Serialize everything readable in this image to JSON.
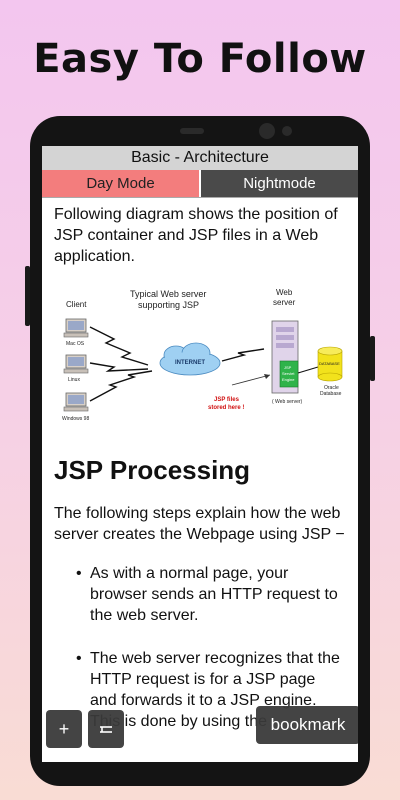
{
  "promo": {
    "title": "Easy To Follow"
  },
  "app": {
    "title": "Basic - Architecture",
    "tabs": {
      "day": "Day Mode",
      "night": "Nightmode"
    },
    "colors": {
      "day_tab": "#f37d7d",
      "night_tab": "#4a4a4a",
      "appbar": "#d4d4d4"
    }
  },
  "content": {
    "intro": "Following diagram shows the position of JSP container and JSP files in a Web application.",
    "diagram": {
      "client": "Client",
      "title_line1": "Typical Web server",
      "title_line2": "supporting JSP",
      "web_line1": "Web",
      "web_line2": "server",
      "mac": "Mac OS",
      "linux": "Linux",
      "windows": "Windows 98",
      "internet": "INTERNET",
      "files_line1": "JSP files",
      "files_line2": "stored here !",
      "engine_line1": "JSP",
      "engine_line2": "Servlet",
      "engine_line3": "Engine",
      "web_server": "( Web server)",
      "database": "DATABASE",
      "oracle_line1": "Oracle",
      "oracle_line2": "Database"
    },
    "heading": "JSP Processing",
    "steps_intro": "The following steps explain how the web server creates the Webpage using JSP −",
    "bullets": [
      "As with a normal page, your browser sends an HTTP request to the web server.",
      "The web server recognizes that the HTTP request is for a JSP page and forwards it to a JSP engine. This is done by using the"
    ]
  },
  "buttons": {
    "plus": "+",
    "list_icon": "list-icon",
    "bookmark": "bookmark"
  }
}
